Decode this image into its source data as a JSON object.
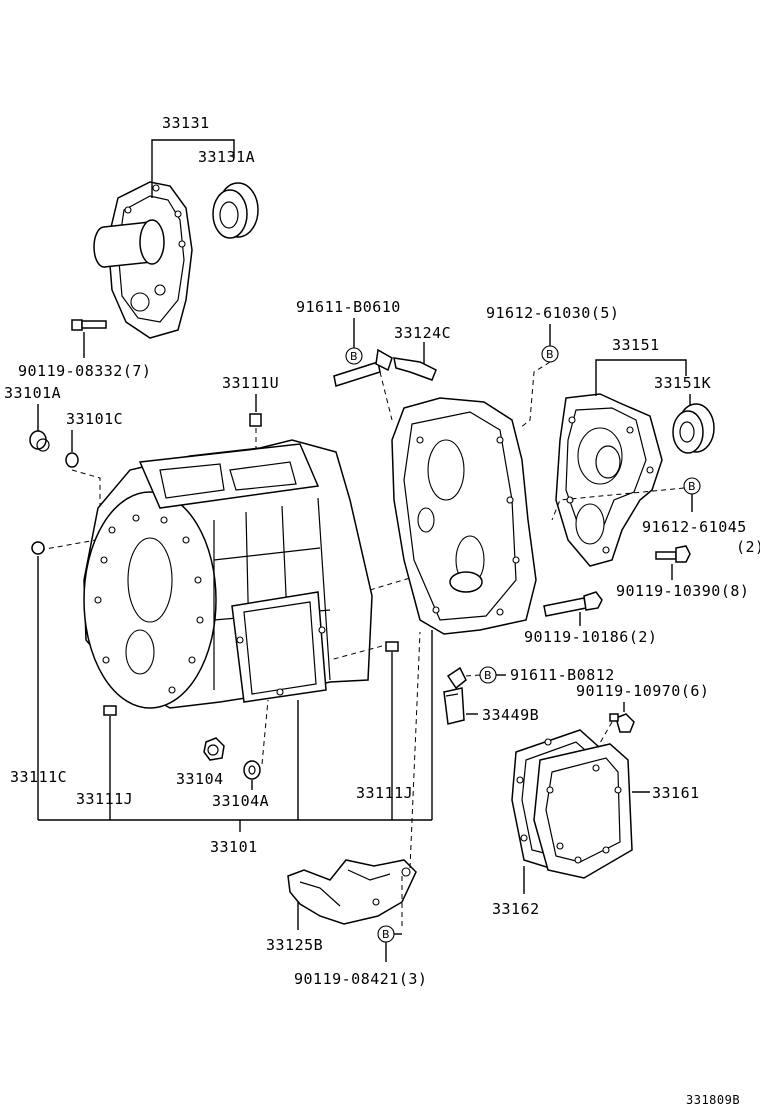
{
  "diagram_id": "331809B",
  "callout_symbol": "B",
  "labels": {
    "l33131": "33131",
    "l33131A": "33131A",
    "l90119_08332": "90119-08332(7)",
    "l33101A": "33101A",
    "l33101C": "33101C",
    "l33111U": "33111U",
    "l91611_B0610": "91611-B0610",
    "l33124C": "33124C",
    "l91612_61030": "91612-61030(5)",
    "l33151": "33151",
    "l33151K": "33151K",
    "l91612_61045": "91612-61045",
    "l91612_61045_qty": "(2)",
    "l90119_10390": "90119-10390(8)",
    "l90119_10186": "90119-10186(2)",
    "l91611_B0812": "91611-B0812",
    "l90119_10970": "90119-10970(6)",
    "l33449B": "33449B",
    "l33161": "33161",
    "l33162": "33162",
    "l33111C": "33111C",
    "l33111J_left": "33111J",
    "l33104": "33104",
    "l33104A": "33104A",
    "l33111J_right": "33111J",
    "l33101": "33101",
    "l33125B": "33125B",
    "l90119_08421": "90119-08421(3)"
  }
}
